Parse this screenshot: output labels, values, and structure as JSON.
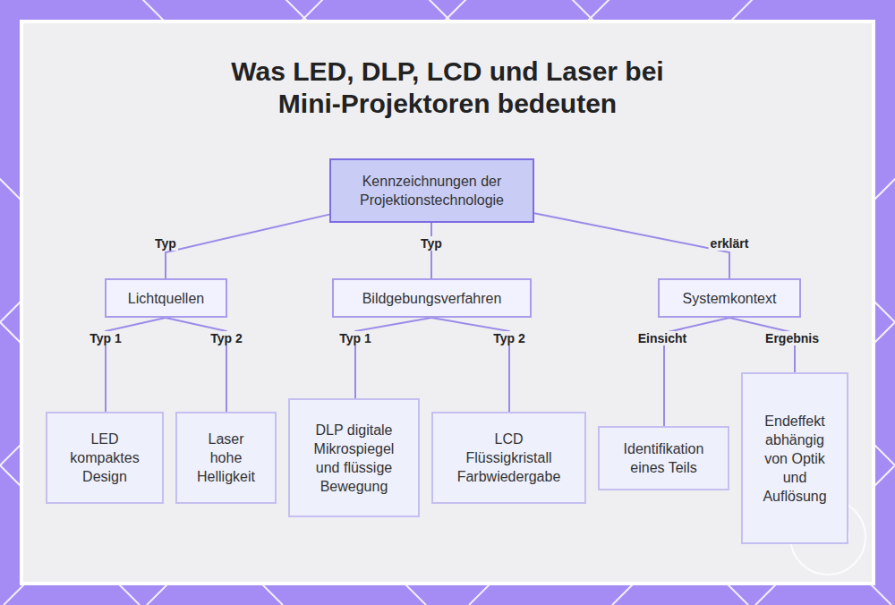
{
  "diagram": {
    "title": "Was LED, DLP, LCD und Laser bei Mini-Projektoren bedeuten",
    "nodes": [
      {
        "text": [
          "Kennzeichnungen der Projektionstechnologie"
        ]
      },
      {
        "text": [
          "Lichtquellen"
        ]
      },
      {
        "text": [
          "Bildgebungsverfahren"
        ]
      },
      {
        "text": [
          "Systemkontext"
        ]
      },
      {
        "text": [
          "LED kompaktes Design"
        ]
      },
      {
        "text": [
          "Laser hohe Helligkeit"
        ]
      },
      {
        "text": [
          "DLP digitale Mikrospiegel und flüssige Bewegung"
        ]
      },
      {
        "text": [
          "LCD Flüssigkristall Farbwiedergabe"
        ]
      },
      {
        "text": [
          "Identifikation eines Teils"
        ]
      },
      {
        "text": [
          "Endeffekt abhängig von Optik und Auflösung"
        ]
      }
    ],
    "edges": [
      {
        "from": 0,
        "to": 1,
        "label": "Typ",
        "arrow": "none"
      },
      {
        "from": 0,
        "to": 2,
        "label": "Typ",
        "arrow": "none"
      },
      {
        "from": 0,
        "to": 3,
        "label": "erklärt",
        "arrow": "none"
      },
      {
        "from": 1,
        "to": 4,
        "label": "Typ 1",
        "arrow": "none"
      },
      {
        "from": 1,
        "to": 5,
        "label": "Typ 2",
        "arrow": "none"
      },
      {
        "from": 2,
        "to": 6,
        "label": "Typ 1",
        "arrow": "none"
      },
      {
        "from": 2,
        "to": 7,
        "label": "Typ 2",
        "arrow": "none"
      },
      {
        "from": 3,
        "to": 8,
        "label": "Einsicht",
        "arrow": "none"
      },
      {
        "from": 3,
        "to": 9,
        "label": "Ergebnis",
        "arrow": "none"
      }
    ]
  }
}
